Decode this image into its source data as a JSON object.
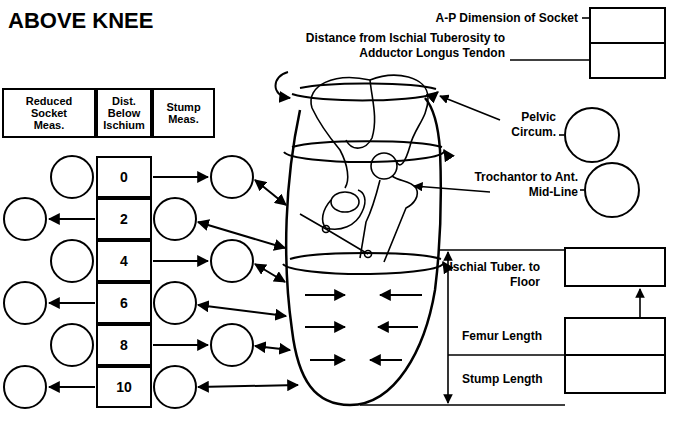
{
  "diagram": {
    "title": "ABOVE KNEE",
    "nodes": [
      {
        "text": [
          "Reduced Socket Meas."
        ]
      },
      {
        "text": [
          "Dist. Below Ischium"
        ]
      },
      {
        "text": [
          "Stump Meas."
        ]
      },
      {
        "text": [
          "0"
        ]
      },
      {
        "text": [
          "2"
        ]
      },
      {
        "text": [
          "4"
        ]
      },
      {
        "text": [
          "6"
        ]
      },
      {
        "text": [
          "8"
        ]
      },
      {
        "text": [
          "10"
        ]
      }
    ],
    "labels": [
      "A-P Dimension of Socket",
      "Distance from Ischial Tuberosity to Adductor Longus Tendon",
      "Pelvic Circum.",
      "Trochantor to Ant. Mid-Line",
      "Ischial Tuber. to Floor",
      "Femur Length",
      "Stump Length"
    ]
  }
}
